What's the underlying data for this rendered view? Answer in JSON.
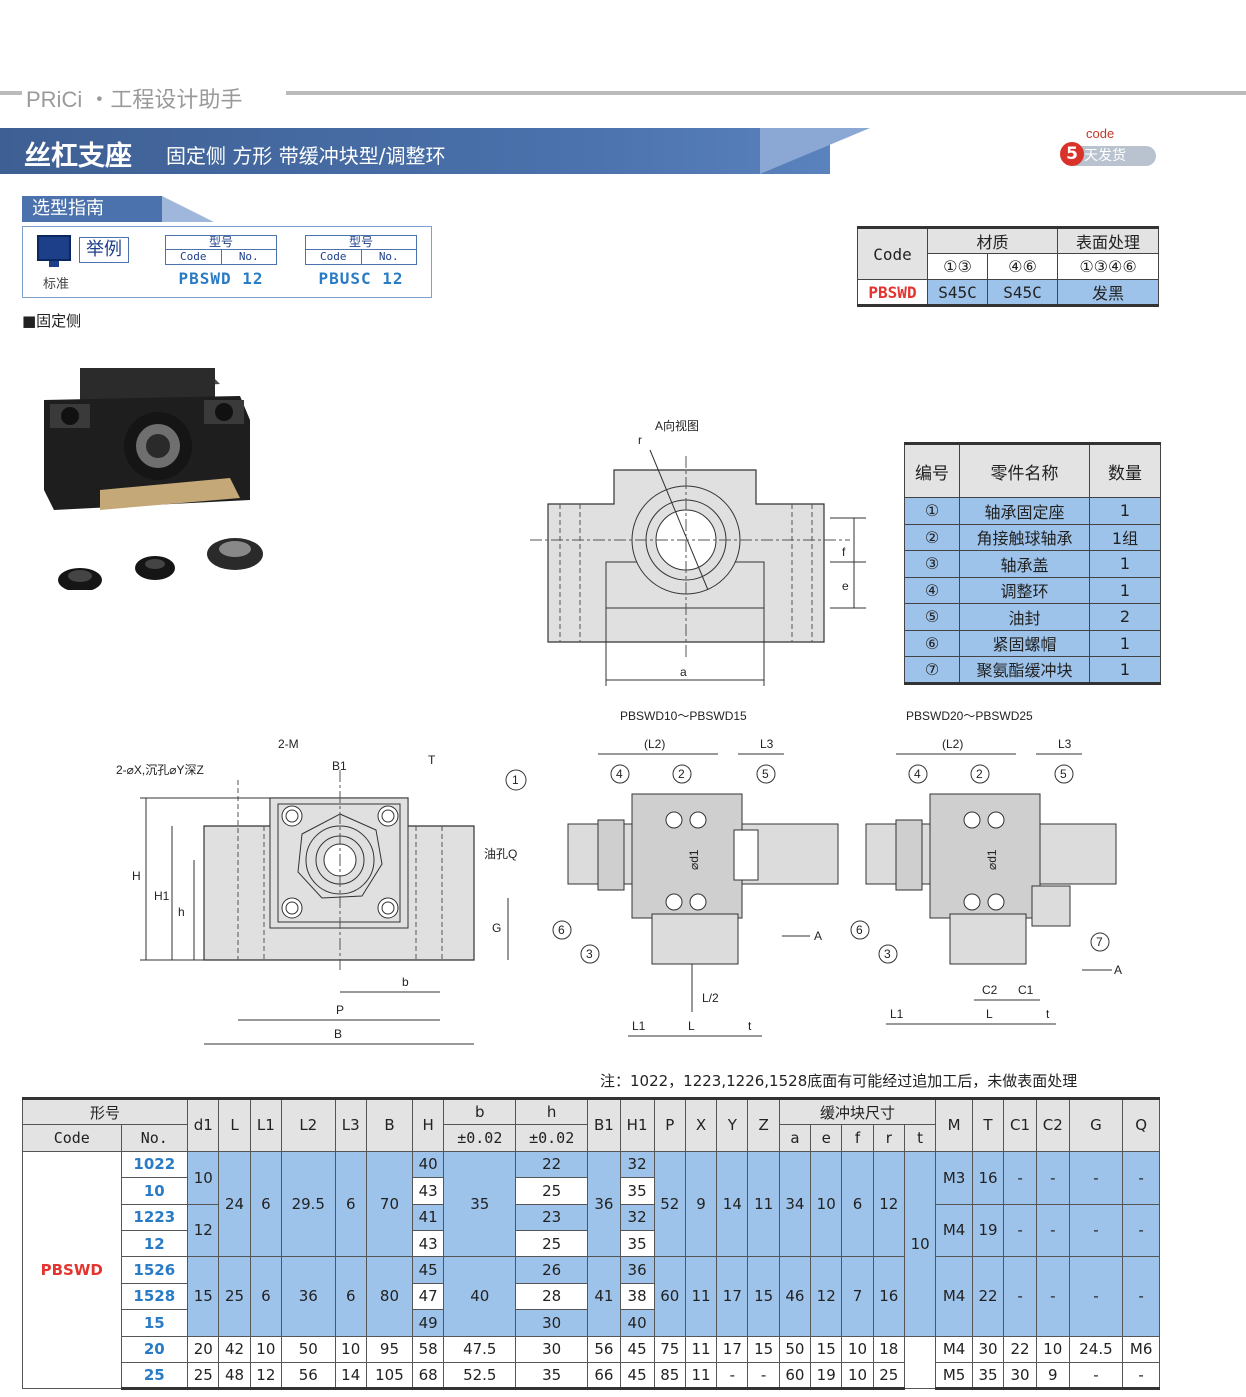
{
  "brand": {
    "text": "PRiCi ・工程设计助手"
  },
  "title": {
    "main": "丝杠支座",
    "sub": "固定侧 方形 带缓冲块型/调整环"
  },
  "badge": {
    "code": "code",
    "five": "5",
    "ship": "天发货"
  },
  "guide": {
    "tab": "选型指南",
    "example": "举例",
    "standard": "标准",
    "model_header": "型号",
    "code_col": "Code",
    "no_col": "No.",
    "models": [
      {
        "code": "PBSWD",
        "no": "12"
      },
      {
        "code": "PBUSC",
        "no": "12"
      }
    ],
    "fixed_side": "■固定侧"
  },
  "material_table": {
    "code": "Code",
    "material": "材质",
    "surface": "表面处理",
    "marks": [
      "①③",
      "④⑥",
      "①③④⑥"
    ],
    "row": {
      "code": "PBSWD",
      "m1": "S45C",
      "m2": "S45C",
      "surface": "发黑"
    }
  },
  "drawings": {
    "view_a": {
      "title": "A向视图",
      "r": "r",
      "a": "a",
      "e": "e",
      "f": "f"
    },
    "front": {
      "hole_note": "2-⌀X,沉孔⌀Y深Z",
      "m": "2-M",
      "B1": "B1",
      "T": "T",
      "oil": "油孔Q",
      "H": "H",
      "H1": "H1",
      "h": "h",
      "G": "G",
      "b": "b",
      "P": "P",
      "B": "B",
      "circle1": "1"
    },
    "sec1": {
      "title": "PBSWD10～PBSWD15",
      "L2": "(L2)",
      "L3": "L3",
      "d1": "⌀d1",
      "A": "A",
      "L_half": "L/2",
      "L1": "L1",
      "L": "L",
      "t": "t",
      "circles": [
        "4",
        "2",
        "5",
        "6",
        "3"
      ]
    },
    "sec2": {
      "title": "PBSWD20～PBSWD25",
      "L2": "(L2)",
      "L3": "L3",
      "d1": "⌀d1",
      "A": "A",
      "C2": "C2",
      "C1": "C1",
      "L1": "L1",
      "L": "L",
      "t": "t",
      "circles": [
        "4",
        "2",
        "5",
        "6",
        "7",
        "3"
      ]
    }
  },
  "parts_table": {
    "headers": [
      "编号",
      "零件名称",
      "数量"
    ],
    "rows": [
      [
        "①",
        "轴承固定座",
        "1"
      ],
      [
        "②",
        "角接触球轴承",
        "1组"
      ],
      [
        "③",
        "轴承盖",
        "1"
      ],
      [
        "④",
        "调整环",
        "1"
      ],
      [
        "⑤",
        "油封",
        "2"
      ],
      [
        "⑥",
        "紧固螺帽",
        "1"
      ],
      [
        "⑦",
        "聚氨酯缓冲块",
        "1"
      ]
    ]
  },
  "note": "注：1022，1223,1226,1528底面有可能经过追加工后，未做表面处理",
  "main_table": {
    "h_model": "形号",
    "h_code": "Code",
    "h_no": "No.",
    "cols1": [
      "d1",
      "L",
      "L1",
      "L2",
      "L3",
      "B",
      "H"
    ],
    "h_b": "b",
    "h_h": "h",
    "tol": "±0.02",
    "cols2": [
      "B1",
      "H1",
      "P",
      "X",
      "Y",
      "Z"
    ],
    "h_buffer": "缓冲块尺寸",
    "buffer_cols": [
      "a",
      "e",
      "f",
      "r",
      "t"
    ],
    "cols3": [
      "M",
      "T",
      "C1",
      "C2",
      "G",
      "Q"
    ],
    "code": "PBSWD",
    "nos": [
      "1022",
      "10",
      "1223",
      "12",
      "1526",
      "1528",
      "15",
      "20",
      "25"
    ],
    "d1": [
      "10",
      "12",
      "15",
      "20",
      "25"
    ],
    "L": [
      "24",
      "25",
      "42",
      "48"
    ],
    "L1": [
      "6",
      "6",
      "10",
      "12"
    ],
    "L2": [
      "29.5",
      "36",
      "50",
      "56"
    ],
    "L3": [
      "6",
      "6",
      "10",
      "14"
    ],
    "B": [
      "70",
      "80",
      "95",
      "105"
    ],
    "H": [
      "40",
      "43",
      "41",
      "43",
      "45",
      "47",
      "49",
      "58",
      "68"
    ],
    "b": [
      "35",
      "40",
      "47.5",
      "52.5"
    ],
    "h": [
      "22",
      "25",
      "23",
      "25",
      "26",
      "28",
      "30",
      "30",
      "35"
    ],
    "B1": [
      "36",
      "41",
      "56",
      "66"
    ],
    "H1": [
      "32",
      "35",
      "32",
      "35",
      "36",
      "38",
      "40",
      "45",
      "45"
    ],
    "P": [
      "52",
      "60",
      "75",
      "85"
    ],
    "X": [
      "9",
      "11",
      "11",
      "11"
    ],
    "Y": [
      "14",
      "17",
      "17",
      "-"
    ],
    "Z": [
      "11",
      "15",
      "15",
      "-"
    ],
    "a": [
      "34",
      "46",
      "50",
      "60"
    ],
    "e": [
      "10",
      "12",
      "15",
      "19"
    ],
    "f": [
      "6",
      "7",
      "10",
      "10"
    ],
    "r": [
      "12",
      "16",
      "18",
      "25"
    ],
    "t": "10",
    "M": [
      "M3",
      "M4",
      "M4",
      "M4",
      "M5"
    ],
    "T": [
      "16",
      "19",
      "22",
      "30",
      "35"
    ],
    "C1": [
      "-",
      "-",
      "-",
      "22",
      "30"
    ],
    "C2": [
      "-",
      "-",
      "-",
      "10",
      "9"
    ],
    "G": [
      "-",
      "-",
      "-",
      "24.5",
      "-"
    ],
    "Q": [
      "-",
      "-",
      "-",
      "M6",
      "-"
    ]
  }
}
